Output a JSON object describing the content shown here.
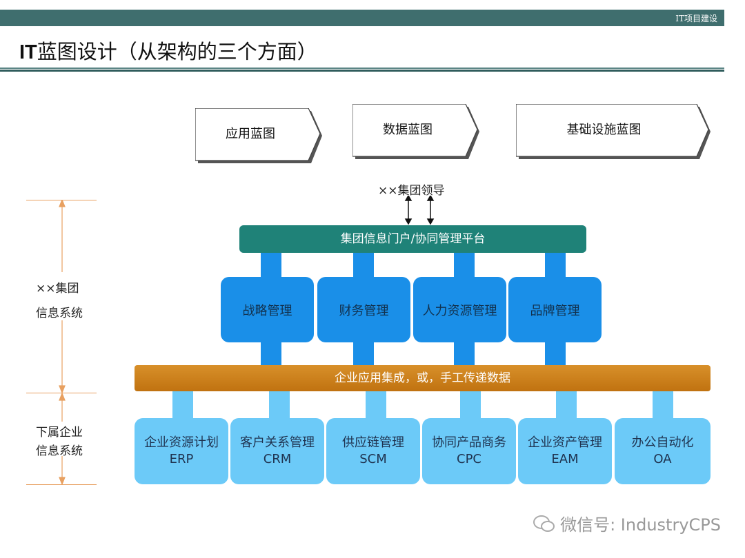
{
  "header": {
    "section": "IT项目建设",
    "title_prefix": "IT",
    "title_rest": "蓝图设计（从架构的三个方面）"
  },
  "aspects": [
    "应用蓝图",
    "数据蓝图",
    "基础设施蓝图"
  ],
  "left_labels": {
    "group_1": "××集团",
    "group_2": "信息系统",
    "sub_1": "下属企业",
    "sub_2": "信息系统"
  },
  "leader": "××集团领导",
  "portal": "集团信息门户/协同管理平台",
  "group_systems": [
    "战略管理",
    "财务管理",
    "人力资源管理",
    "品牌管理"
  ],
  "integration": "企业应用集成，或，手工传递数据",
  "sub_systems": [
    {
      "name": "企业资源计划",
      "abbr": "ERP"
    },
    {
      "name": "客户关系管理",
      "abbr": "CRM"
    },
    {
      "name": "供应链管理",
      "abbr": "SCM"
    },
    {
      "name": "协同产品商务",
      "abbr": "CPC"
    },
    {
      "name": "企业资产管理",
      "abbr": "EAM"
    },
    {
      "name": "办公自动化",
      "abbr": "OA"
    }
  ],
  "watermark": "微信号: IndustryCPS"
}
